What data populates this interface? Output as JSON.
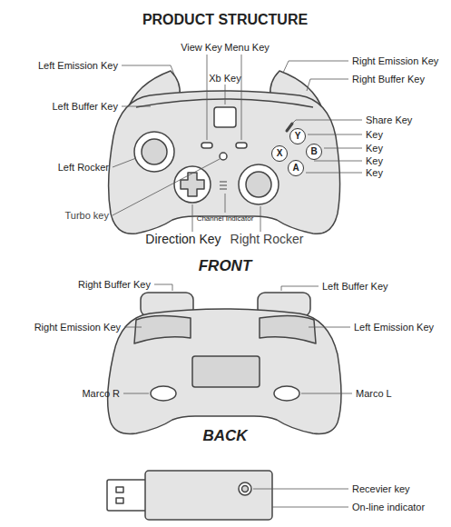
{
  "diagram": {
    "title": "PRODUCT STRUCTURE",
    "nodes": [
      {
        "text": [
          "Y"
        ]
      },
      {
        "text": [
          "X"
        ]
      },
      {
        "text": [
          "B"
        ]
      },
      {
        "text": [
          "A"
        ]
      }
    ],
    "labels": [
      "View Key",
      "Menu Key",
      "Left Emission Key",
      "Right Emission Key",
      "Xb Key",
      "Right Buffer Key",
      "Left Buffer Key",
      "Share Key",
      "Key",
      "Key",
      "Key",
      "Key",
      "Left Rocker",
      "Turbo key",
      "Channel Indicator",
      "Direction Key",
      "Right Rocker",
      "FRONT",
      "Right Buffer Key",
      "Left Buffer Key",
      "Right Emission Key",
      "Left Emission Key",
      "Marco R",
      "Marco L",
      "BACK",
      "Recevier key",
      "On-line indicator"
    ]
  }
}
